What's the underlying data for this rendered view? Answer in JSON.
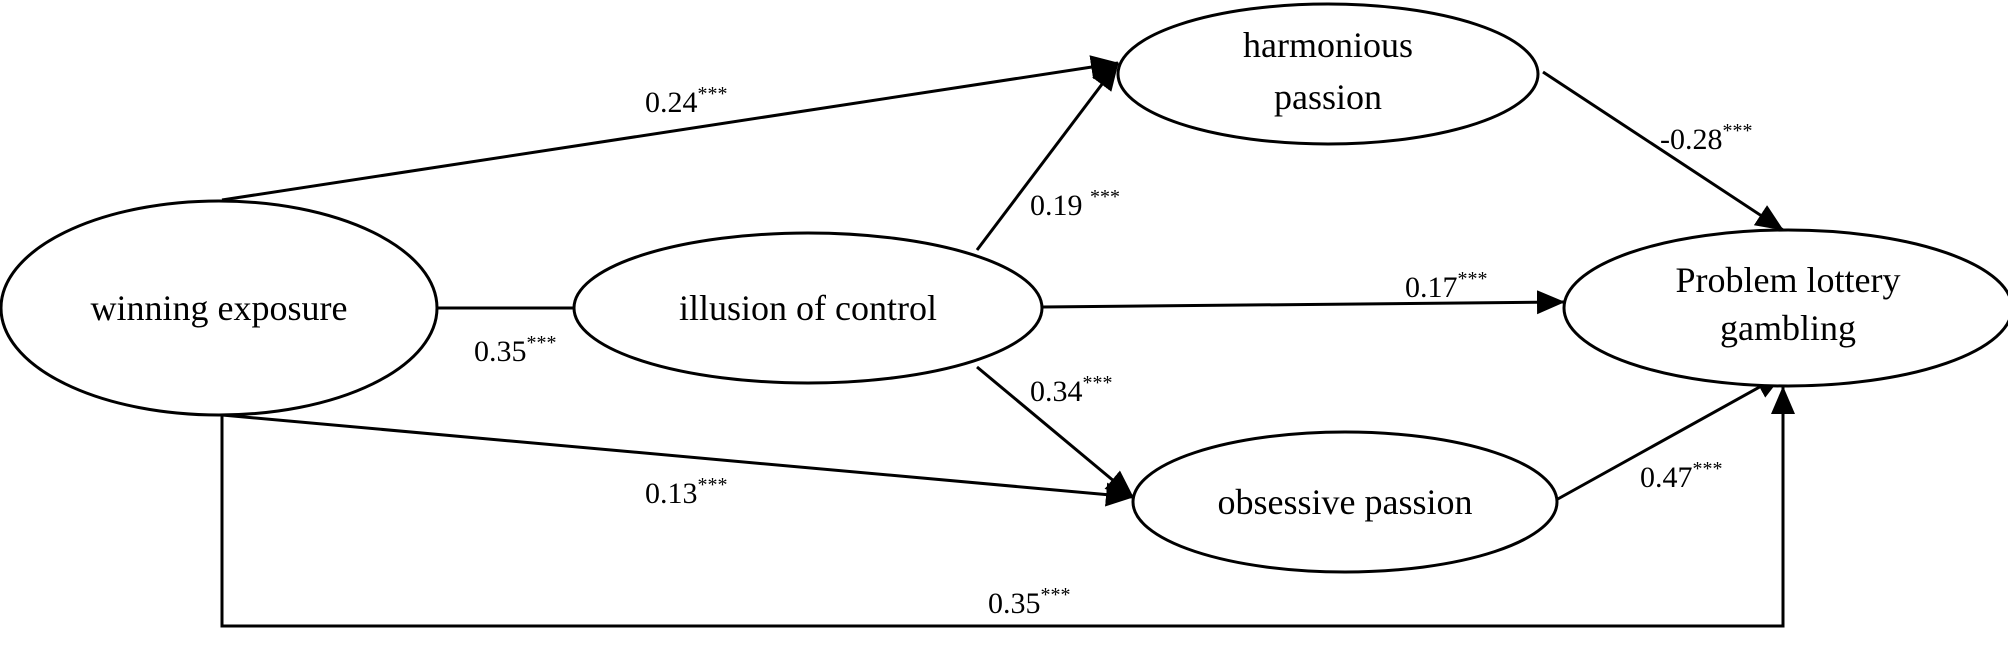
{
  "nodes": {
    "winning_exposure": {
      "label": "winning exposure"
    },
    "illusion_of_control": {
      "label": "illusion of control"
    },
    "harmonious_passion": {
      "label1": "harmonious",
      "label2": "passion"
    },
    "obsessive_passion": {
      "label": "obsessive passion"
    },
    "problem_lottery_gambling": {
      "label1": "Problem lottery",
      "label2": "gambling"
    }
  },
  "edges": {
    "exposure_to_harmonious": {
      "coef": "0.24",
      "sig": "***"
    },
    "exposure_to_illusion": {
      "coef": "0.35",
      "sig": "***"
    },
    "exposure_to_obsessive": {
      "coef": "0.13",
      "sig": "***"
    },
    "exposure_to_gambling": {
      "coef": "0.35",
      "sig": "***"
    },
    "illusion_to_harmonious": {
      "coef": "0.19 ",
      "sig": "***"
    },
    "illusion_to_gambling": {
      "coef": "0.17",
      "sig": "***"
    },
    "illusion_to_obsessive": {
      "coef": "0.34",
      "sig": "***"
    },
    "harmonious_to_gambling": {
      "coef": "-0.28",
      "sig": "***"
    },
    "obsessive_to_gambling": {
      "coef": "0.47",
      "sig": "***"
    }
  }
}
